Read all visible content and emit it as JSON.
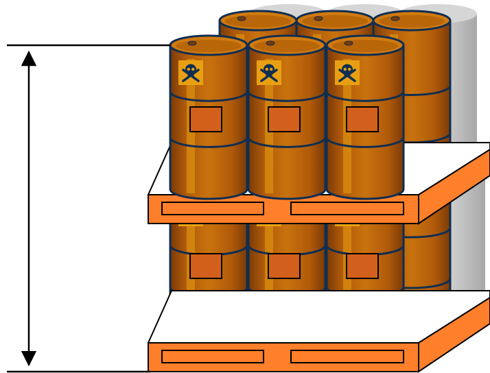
{
  "illustration": {
    "subject": "stacked-hazard-barrels-on-pallets",
    "pallet_levels": 2,
    "barrels_per_row": 3,
    "rows_per_level": 2,
    "hazard_symbol": "skull-crossbones-icon"
  },
  "colors": {
    "barrel_body": "#C2680C",
    "barrel_dark": "#7A3A06",
    "barrel_highlight": "#E8A012",
    "barrel_outline": "#0F2E52",
    "barrel_top": "#D07A10",
    "barrel_top_inner": "#B86608",
    "shadow_barrel": "#BDBDBD",
    "shadow_barrel_light": "#D6D6D6",
    "label_box": "#D2601C",
    "hazard_label": "#E8A012",
    "pallet": "#FF7F2A",
    "pallet_outline": "#000000",
    "pallet_top": "#FFFFFF",
    "dimension_line": "#000000"
  }
}
